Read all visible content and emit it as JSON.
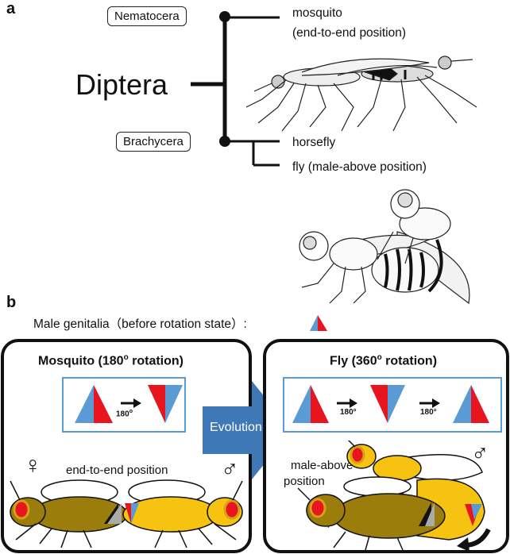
{
  "panel_a": {
    "letter": "a",
    "order": "Diptera",
    "suborders": [
      "Nematocera",
      "Brachycera"
    ],
    "leaves": {
      "mosquito": "mosquito",
      "mosquito_position": "(end-to-end position)",
      "horsefly": "horsefly",
      "fly": "fly  (male-above position)"
    }
  },
  "panel_b": {
    "letter": "b",
    "legend": "Male genitalia（before rotation state）:",
    "mosquito": {
      "title_prefix": "Mosquito (180",
      "title_sup": "o",
      "title_suffix": " rotation)",
      "rotation_label": "180",
      "rotation_sup": "o",
      "position_label": "end-to-end position",
      "female_symbol": "♀",
      "male_symbol": "♂"
    },
    "evolution_label": "Evolution",
    "fly": {
      "title_prefix": "Fly (360",
      "title_sup": "o",
      "title_suffix": " rotation)",
      "rotation_label_1": "180°",
      "rotation_label_2": "180°",
      "position_label_line1": "male-above",
      "position_label_line2": "position",
      "female_symbol": "♀",
      "male_symbol": "♂"
    }
  },
  "colors": {
    "triangle_blue": "#5b9bd5",
    "triangle_red": "#e8141e",
    "female_body": "#9a7d0a",
    "male_body": "#f6c310",
    "arrow_blue": "#3e78b6"
  }
}
